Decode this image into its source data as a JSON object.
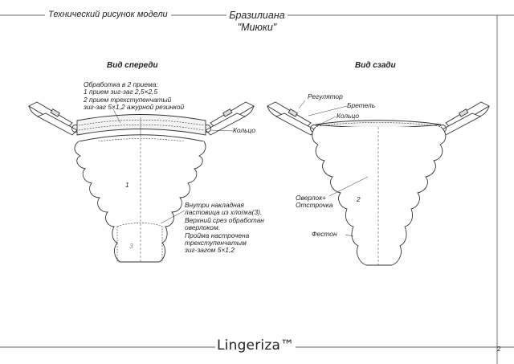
{
  "header": {
    "left_title": "Технический рисунок модели",
    "collection": "Бразилиана",
    "model": "\"Миюки\""
  },
  "views": {
    "front": "Вид спереди",
    "back": "Вид сзади"
  },
  "front_notes": {
    "processing": [
      "Обработка в 2 приема:",
      "1 прием зиг-заг 2,5×2,5",
      "2 прием трехступенчатый",
      "зиг-заг 5×1,2 ажурной резинкой"
    ],
    "ring": "Кольцо",
    "gusset": [
      "Внутри накладная",
      "ластовица из хлопка(3).",
      "Верхний срез обработан",
      "оверлоком.",
      "Пройма настрочена",
      "трехступенчатым",
      "зиг-загом 5×1,2"
    ],
    "piece_1": "1",
    "piece_3": "3"
  },
  "back_notes": {
    "regulator": "Регулятор",
    "strap": "Бретель",
    "ring": "Кольцо",
    "overlock": "Оверлок+",
    "stitching": "Отстрочка",
    "scallop": "Фестон",
    "piece_2": "2"
  },
  "footer": {
    "brand": "Lingeriza™",
    "page": "2"
  }
}
